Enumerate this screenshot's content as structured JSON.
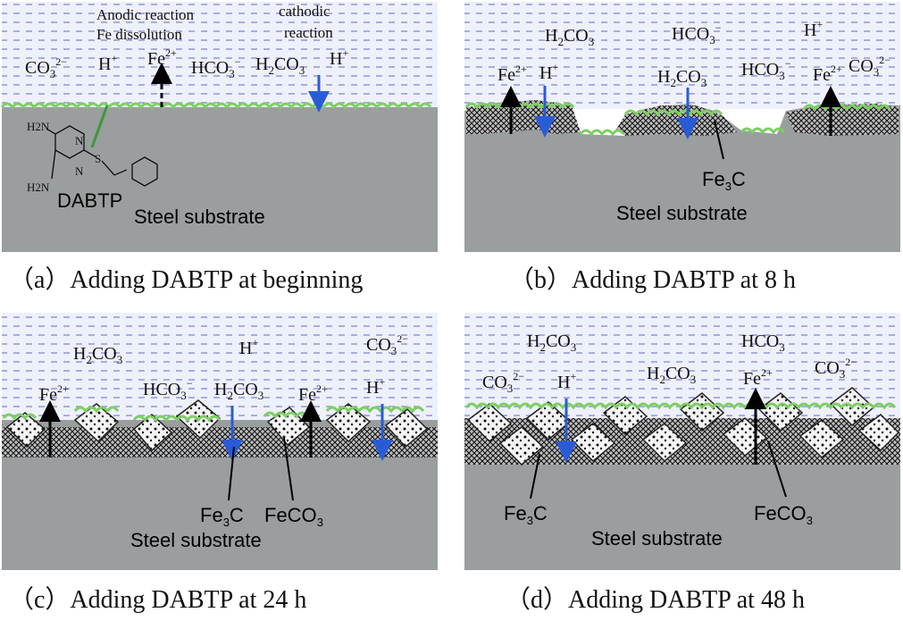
{
  "panels": {
    "a": {
      "caption": "（a）Adding DABTP at beginning",
      "anodic_line1": "Anodic reaction",
      "anodic_line2": "Fe dissolution",
      "cathodic_line1": "cathodic",
      "cathodic_line2": "reaction",
      "molecule_name": "DABTP",
      "nh2_top": "H2N",
      "nh2_bottom": "H2N",
      "atom_n1": "N",
      "atom_n2": "N",
      "atom_s": "S",
      "substrate": "Steel substrate"
    },
    "b": {
      "caption": "（b）Adding DABTP at 8 h",
      "fe3c": "Fe3C",
      "substrate": "Steel substrate"
    },
    "c": {
      "caption": "（c）Adding DABTP at 24 h",
      "fe3c": "Fe3C",
      "feco3": "FeCO3",
      "substrate": "Steel substrate"
    },
    "d": {
      "caption": "（d）Adding DABTP at 48 h",
      "fe3c": "Fe3C",
      "feco3": "FeCO3",
      "substrate": "Steel substrate"
    }
  },
  "colors": {
    "solution_bg": "#eef0fb",
    "dash": "#8a8fd6",
    "steel": "#9a9e9e",
    "inhibitor": "#7ccf62",
    "cathodic_arrow": "#2a5bd7",
    "anodic_arrow": "#000000"
  }
}
